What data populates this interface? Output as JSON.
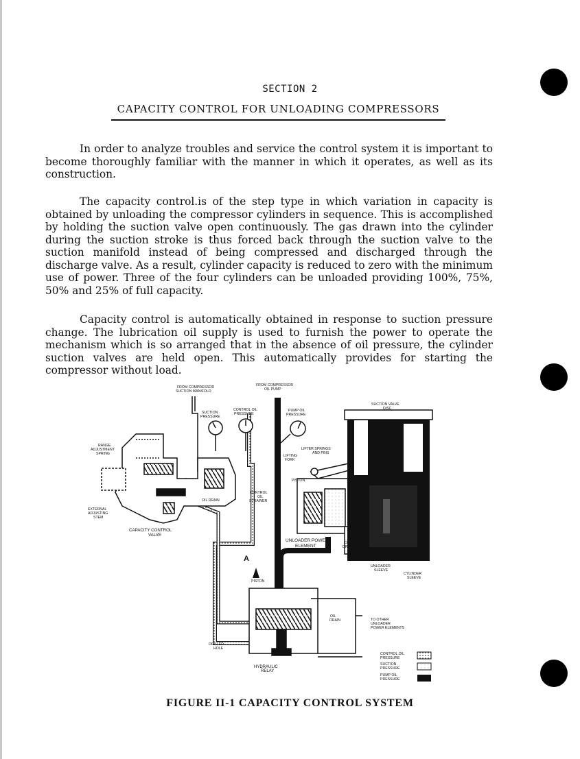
{
  "header": {
    "section": "SECTION 2",
    "title": "CAPACITY CONTROL FOR UNLOADING COMPRESSORS"
  },
  "paragraphs": [
    "In order to analyze troubles and service the control system it is important to become thoroughly familiar with the manner in which it operates, as well as its construction.",
    "The capacity control.is of the step type in which variation in capacity is obtained by unloading the compressor cylinders in sequence. This is accomplished by holding the suction valve open continuously. The gas drawn into the cylinder during the suction stroke is thus forced back through the suction valve to the suction manifold instead of being compressed and discharged through the discharge valve. As a result, cylinder capacity is reduced to zero with the minimum use of power. Three of the four cylinders can be unloaded providing 100%, 75%, 50% and 25% of full capacity.",
    "Capacity control is automatically obtained in response to suction pressure change. The lubrication oil supply is used to furnish the power to operate the mechanism which is so arranged that in the absence of oil pressure, the cylinder suction valves are held open. This automatically provides for starting the compressor without load."
  ],
  "figure": {
    "labels": {
      "from_suction": [
        "FROM COMPRESSOR",
        "SUCTION MANIFOLD"
      ],
      "from_pump": [
        "FROM COMPRESSOR",
        "OIL PUMP"
      ],
      "suction_pressure": [
        "SUCTION",
        "PRESSURE"
      ],
      "control_oil_pressure": [
        "CONTROL OIL",
        "PRESSURE"
      ],
      "pump_oil_pressure": [
        "PUMP OIL",
        "PRESSURE"
      ],
      "suction_valve_disc": [
        "SUCTION VALVE",
        "DISC"
      ],
      "range_spring": [
        "RANGE",
        "ADJUSTMENT",
        "SPRING"
      ],
      "lifting_springs": [
        "LIFTER SPRINGS",
        "AND PINS"
      ],
      "lifting_fork": [
        "LIFTING",
        "FORK"
      ],
      "piston_upper": "PISTON",
      "control_oil_strainer": [
        "CONTROL",
        "OIL",
        "STRAINER"
      ],
      "oil_drain_left": "OIL DRAIN",
      "external_stem": [
        "EXTERNAL",
        "ADJUSTING",
        "STEM"
      ],
      "capacity_valve": [
        "CAPACITY CONTROL",
        "VALVE"
      ],
      "unloader_element": [
        "UNLOADER POWER",
        "ELEMENT"
      ],
      "oil_drain_right": [
        "OIL",
        "DRAIN"
      ],
      "marker_a": "A",
      "unloader_sleeve": [
        "UNLOADER",
        "SLEEVE"
      ],
      "cylinder_sleeve": [
        "CYLINDER",
        "SLEEVE"
      ],
      "piston_lower": "PISTON",
      "oil_drain_lower": [
        "OIL",
        "DRAIN"
      ],
      "to_other": [
        "TO OTHER",
        "UNLOADER",
        "POWER ELEMENTS"
      ],
      "drilled_hole": [
        "DRILLED",
        "HOLE"
      ],
      "hydraulic_relay": [
        "HYDRAULIC",
        "RELAY"
      ]
    },
    "legend": [
      {
        "label": [
          "CONTROL OIL",
          "PRESSURE"
        ],
        "pattern": "dotted"
      },
      {
        "label": [
          "SUCTION",
          "PRESSURE"
        ],
        "pattern": "light"
      },
      {
        "label": [
          "PUMP OIL",
          "PRESSURE"
        ],
        "pattern": "solid"
      }
    ]
  },
  "caption": "FIGURE  II-1  CAPACITY CONTROL SYSTEM"
}
